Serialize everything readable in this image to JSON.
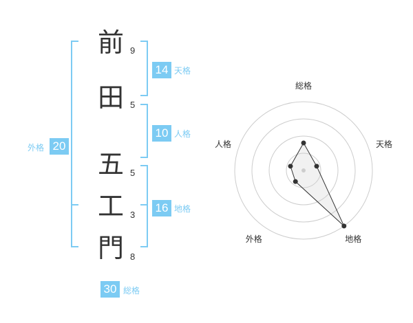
{
  "colors": {
    "accent": "#7ccbf3",
    "label": "#7ccbf3",
    "text": "#333333",
    "ring": "#cccccc"
  },
  "name": {
    "characters": [
      {
        "char": "前",
        "strokes": "9"
      },
      {
        "char": "田",
        "strokes": "5"
      },
      {
        "char": "五",
        "strokes": "5"
      },
      {
        "char": "工",
        "strokes": "3"
      },
      {
        "char": "門",
        "strokes": "8"
      }
    ]
  },
  "fortunes": {
    "tenkaku": {
      "value": "14",
      "label": "天格"
    },
    "jinkaku": {
      "value": "10",
      "label": "人格"
    },
    "chikaku": {
      "value": "16",
      "label": "地格"
    },
    "gaikaku": {
      "value": "20",
      "label": "外格"
    },
    "soukaku": {
      "value": "30",
      "label": "総格"
    }
  },
  "chart_data": {
    "type": "radar",
    "axes": [
      "総格",
      "天格",
      "地格",
      "外格",
      "人格"
    ],
    "values": [
      2,
      1,
      5,
      1,
      1
    ],
    "max": 5,
    "rings": 4
  }
}
